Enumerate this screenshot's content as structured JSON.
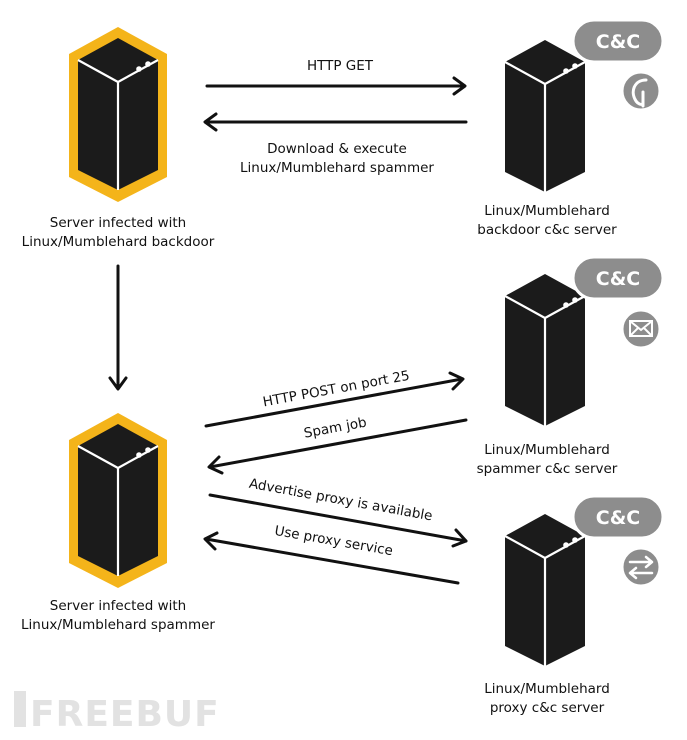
{
  "colors": {
    "infected_outline": "#f4b41a",
    "server_body": "#1b1b1b",
    "badge_grey": "#8d8d8d",
    "arrow": "#111111",
    "watermark": "#e2e2e2"
  },
  "nodes": {
    "infected_backdoor": {
      "label_line1": "Server infected with",
      "label_line2": "Linux/Mumblehard backdoor"
    },
    "infected_spammer": {
      "label_line1": "Server infected with",
      "label_line2": "Linux/Mumblehard spammer"
    },
    "backdoor_cc": {
      "badge": "C&C",
      "icon": "sickle-icon",
      "label_line1": "Linux/Mumblehard",
      "label_line2": "backdoor c&c server"
    },
    "spammer_cc": {
      "badge": "C&C",
      "icon": "envelope-icon",
      "label_line1": "Linux/Mumblehard",
      "label_line2": "spammer c&c server"
    },
    "proxy_cc": {
      "badge": "C&C",
      "icon": "swap-arrows-icon",
      "label_line1": "Linux/Mumblehard",
      "label_line2": "proxy c&c server"
    }
  },
  "edges": {
    "http_get": "HTTP GET",
    "download_line1": "Download & execute",
    "download_line2": "Linux/Mumblehard spammer",
    "http_post": "HTTP POST on port 25",
    "spam_job": "Spam job",
    "advertise_proxy": "Advertise proxy is available",
    "use_proxy": "Use proxy service"
  },
  "watermark": "FREEBUF"
}
